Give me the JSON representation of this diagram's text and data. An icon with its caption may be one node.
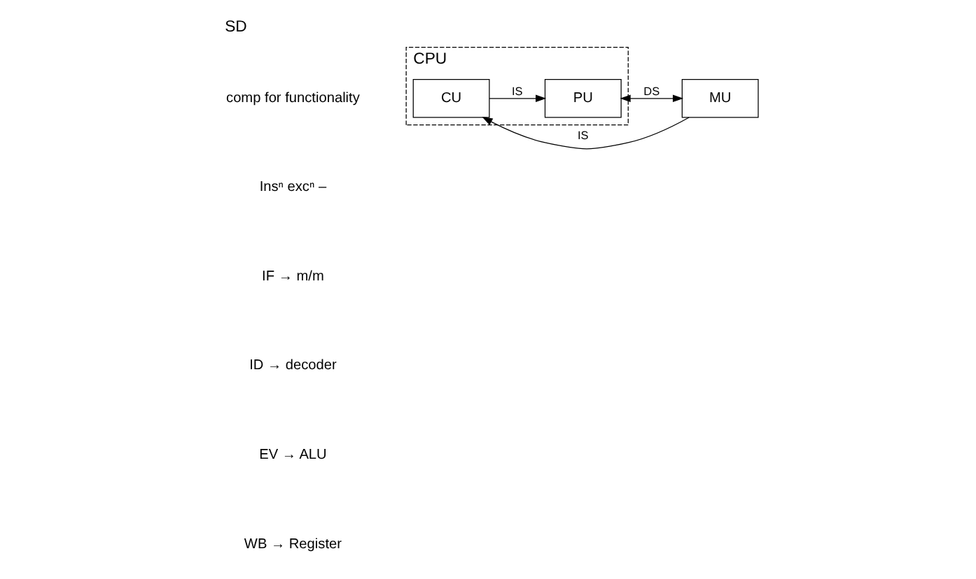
{
  "diagram": {
    "title": "SD",
    "nodes": [
      {
        "text": [
          "CPU"
        ]
      },
      {
        "text": [
          "CU"
        ],
        "in": 0
      },
      {
        "text": [
          "PU"
        ],
        "in": 0
      },
      {
        "text": [
          "MU"
        ]
      }
    ],
    "edges": [
      {
        "from": 1,
        "to": 2,
        "arrow": "to",
        "label": "IS"
      },
      {
        "from": 2,
        "to": 3,
        "arrow": "both",
        "label": "DS"
      },
      {
        "from": 3,
        "to": 1,
        "arrow": "to",
        "label": "IS"
      }
    ],
    "labels": [
      "comp for functionality",
      "Insⁿ excⁿ –",
      "IF → m/m",
      "ID → decoder",
      "EV → ALU",
      "WB → Register"
    ]
  }
}
